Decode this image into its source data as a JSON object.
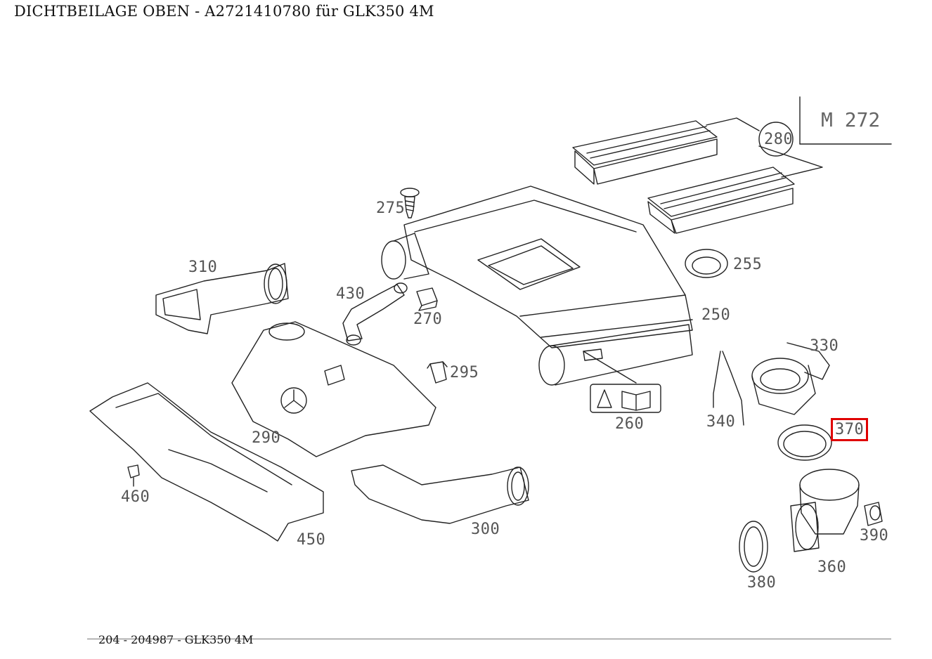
{
  "header": {
    "title": "DICHTBEILAGE OBEN - A2721410780 für GLK350 4M"
  },
  "engine_code": "M 272",
  "callouts": {
    "c280": "280",
    "c275": "275",
    "c255": "255",
    "c310": "310",
    "c430": "430",
    "c270": "270",
    "c250": "250",
    "c330": "330",
    "c295": "295",
    "c290": "290",
    "c260": "260",
    "c340": "340",
    "c370": "370",
    "c460": "460",
    "c300": "300",
    "c450": "450",
    "c390": "390",
    "c360": "360",
    "c380": "380"
  },
  "highlighted_callout": "370",
  "highlight_color": "#e00000",
  "footer": {
    "text": "204 - 204987 - GLK350 4M"
  }
}
